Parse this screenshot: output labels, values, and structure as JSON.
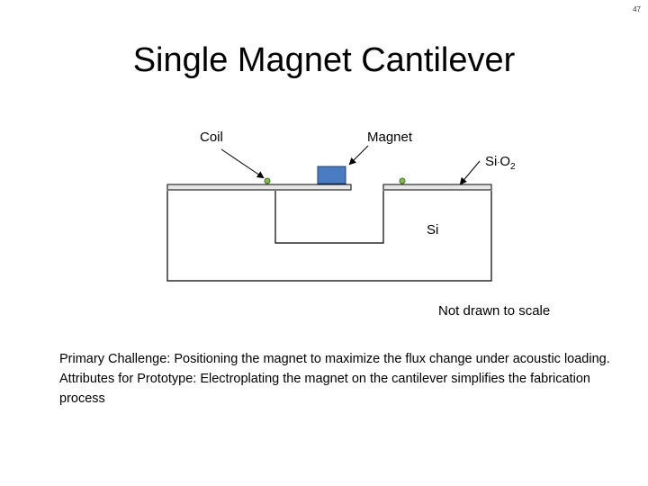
{
  "slide": {
    "page_number": "47",
    "title": "Single Magnet Cantilever"
  },
  "diagram": {
    "labels": {
      "coil": "Coil",
      "magnet": "Magnet",
      "sio2_main": "Si",
      "sio2_o": "O",
      "sio2_sub": "2",
      "si": "Si"
    },
    "note": "Not drawn to scale",
    "colors": {
      "magnet_fill": "#4a7cc3",
      "magnet_stroke": "#1f3f6e",
      "coil_fill": "#7fbf3f",
      "coil_stroke": "#4f6f2f",
      "layer_fill": "#e6e6e6"
    }
  },
  "text": {
    "challenge": "Primary Challenge: Positioning the magnet to maximize the flux change under acoustic loading.",
    "attributes": "Attributes for Prototype: Electroplating the magnet on the cantilever simplifies the fabrication process"
  }
}
